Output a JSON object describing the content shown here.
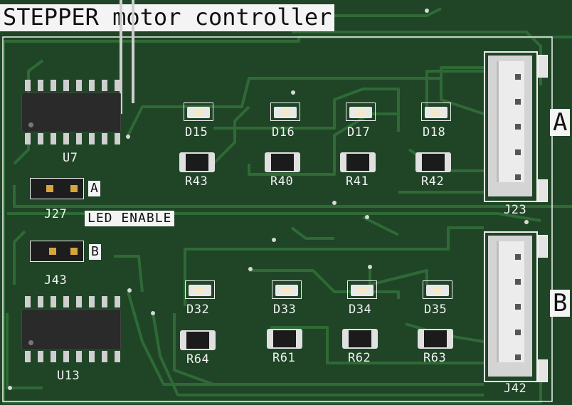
{
  "title": "STEPPER motor controller",
  "silkscreen": {
    "led_enable": "LED ENABLE",
    "channel_a": "A",
    "channel_b": "B",
    "connector_a_letter": "A",
    "connector_b_letter": "B"
  },
  "ics": [
    {
      "ref": "U7"
    },
    {
      "ref": "U13"
    }
  ],
  "jumpers": [
    {
      "ref": "J27"
    },
    {
      "ref": "J43"
    }
  ],
  "connectors": [
    {
      "ref": "J23"
    },
    {
      "ref": "J42"
    }
  ],
  "leds_top": [
    "D15",
    "D16",
    "D17",
    "D18"
  ],
  "resistors_top": [
    "R43",
    "R40",
    "R41",
    "R42"
  ],
  "leds_bottom": [
    "D32",
    "D33",
    "D34",
    "D35"
  ],
  "resistors_bottom": [
    "R64",
    "R61",
    "R62",
    "R63"
  ],
  "colors": {
    "board": "#1f4526",
    "trace": "#2f6a36",
    "silkscreen": "#f2f2f2"
  }
}
